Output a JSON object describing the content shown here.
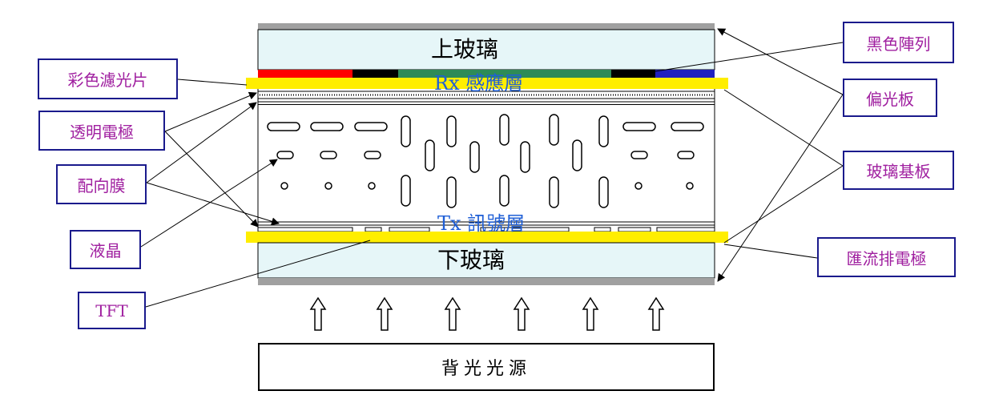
{
  "diagram": {
    "upper_glass": "上玻璃",
    "lower_glass": "下玻璃",
    "rx_layer": "Rx 感應層",
    "tx_layer": "Tx 訊號層",
    "backlight": "背光光源",
    "labels": {
      "color_filter": "彩色濾光片",
      "transparent_electrode": "透明電極",
      "alignment_film": "配向膜",
      "liquid_crystal": "液晶",
      "tft": "TFT",
      "black_matrix": "黑色陣列",
      "polarizer": "偏光板",
      "glass_substrate": "玻璃基板",
      "bus_electrode": "匯流排電極"
    },
    "colors": {
      "red": "#ff0000",
      "black": "#000000",
      "green": "#2e8b57",
      "blue": "#2020c0",
      "yellow": "#ffee00",
      "glass": "#e6f6f8",
      "polarizer": "#a0a0a0",
      "label_border": "#1a1a8c",
      "label_text": "#a020a0",
      "touch_text": "#1f5fd6"
    }
  }
}
